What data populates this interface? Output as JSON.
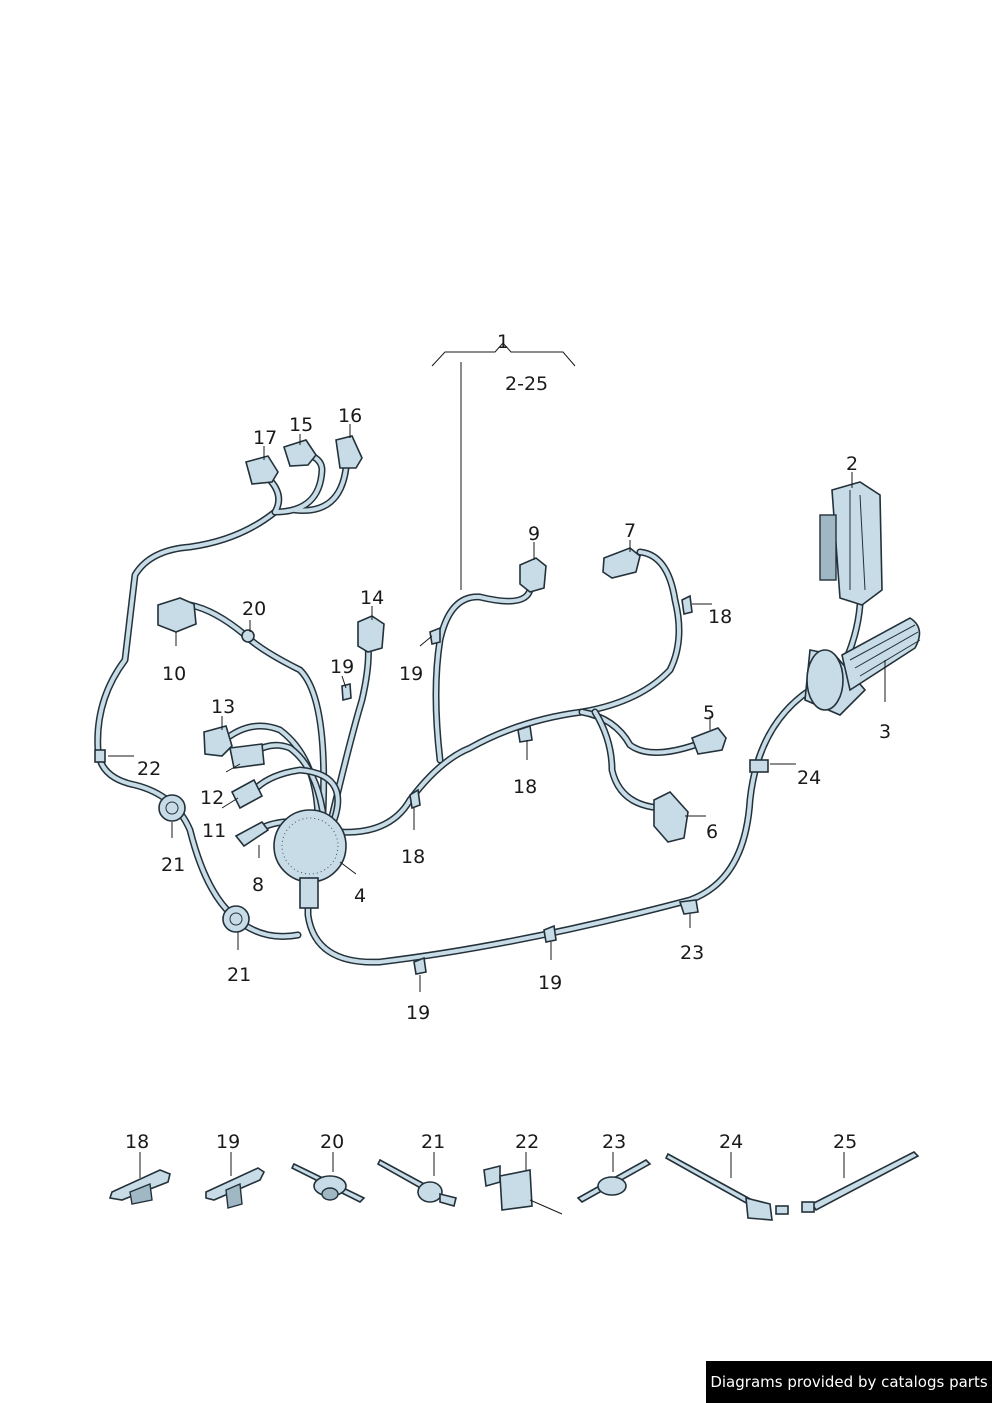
{
  "diagram": {
    "callouts": {
      "c1": "1",
      "c2_25": "2-25",
      "c2": "2",
      "c3": "3",
      "c4": "4",
      "c5": "5",
      "c6": "6",
      "c7": "7",
      "c8": "8",
      "c9": "9",
      "c10": "10",
      "c11": "11",
      "c12": "12",
      "c13": "13",
      "c14": "14",
      "c15": "15",
      "c16": "16",
      "c17": "17",
      "c18a": "18",
      "c18b": "18",
      "c18c": "18",
      "c19a": "19",
      "c19b": "19",
      "c19c": "19",
      "c19d": "19",
      "c20": "20",
      "c21a": "21",
      "c21b": "21",
      "c22": "22",
      "c23": "23",
      "c24": "24"
    },
    "detail_row": [
      "18",
      "19",
      "20",
      "21",
      "22",
      "23",
      "24",
      "25"
    ]
  },
  "footer": {
    "credit": "Diagrams provided by catalogs parts"
  },
  "colors": {
    "part_fill": "#c7dce6",
    "outline": "#23313a",
    "background": "#ffffff"
  }
}
